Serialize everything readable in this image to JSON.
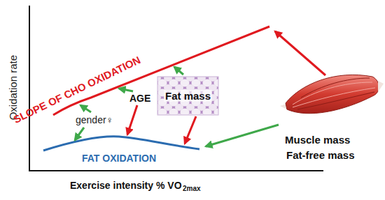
{
  "diagram": {
    "labels": [
      "Oxidation rate",
      "SLOPE OF CHO OXIDATION",
      "gender♀",
      "AGE",
      "Fat mass",
      "Muscle mass",
      "Fat-free mass",
      "FAT OXIDATION",
      "Exercise intensity % VO",
      "2max"
    ]
  }
}
